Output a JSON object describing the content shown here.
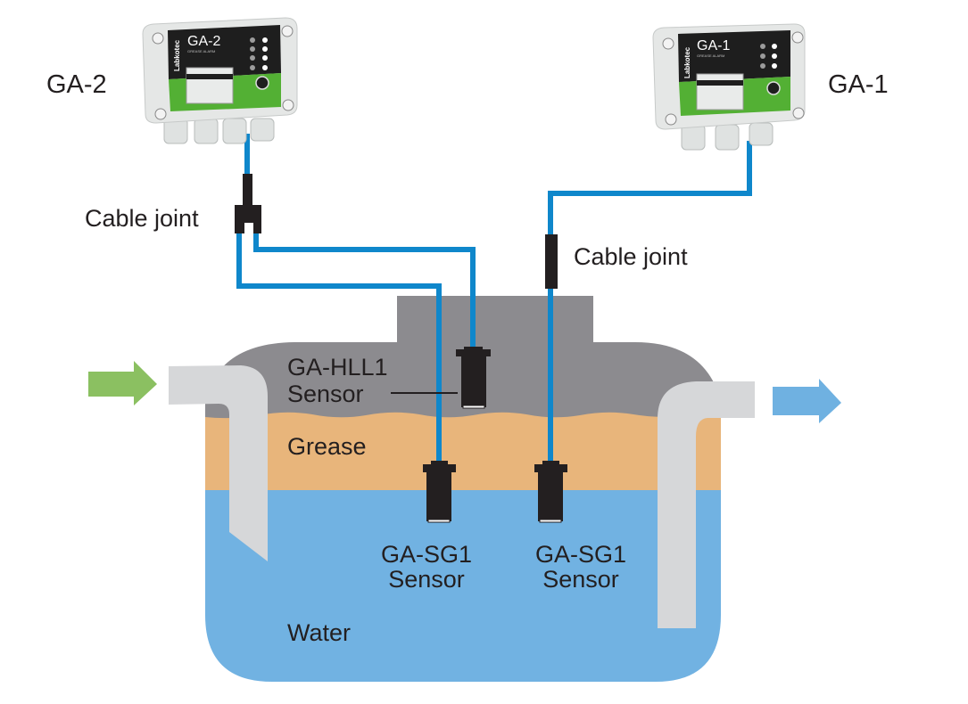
{
  "title": "Grease separator alarm installation",
  "devices": [
    {
      "id": "ga2",
      "label": "GA-2",
      "model": "GA-2",
      "subtitle": "GREASE ALARM",
      "brand": "Labkotec",
      "led_count": 4
    },
    {
      "id": "ga1",
      "label": "GA-1",
      "model": "GA-1",
      "subtitle": "GREASE ALARM",
      "brand": "Labkotec",
      "led_count": 3
    }
  ],
  "labels": {
    "cable_joint_left": "Cable joint",
    "cable_joint_right": "Cable joint",
    "hll1_line1": "GA-HLL1",
    "hll1_line2": "Sensor",
    "grease": "Grease",
    "water": "Water",
    "sg1_left_line1": "GA-SG1",
    "sg1_left_line2": "Sensor",
    "sg1_right_line1": "GA-SG1",
    "sg1_right_line2": "Sensor"
  },
  "colors": {
    "cable": "#0f87cb",
    "tank_air": "#8c8b8f",
    "grease": "#e8b57b",
    "water": "#71b2e2",
    "pipe": "#d6d7d9",
    "inflow_arrow": "#8bc061",
    "outflow_arrow": "#6fb1e1",
    "sensor": "#231f20",
    "device_green": "#53b034",
    "device_black": "#1e1e1e"
  },
  "flow": {
    "inflow": "inlet",
    "outflow": "outlet"
  }
}
